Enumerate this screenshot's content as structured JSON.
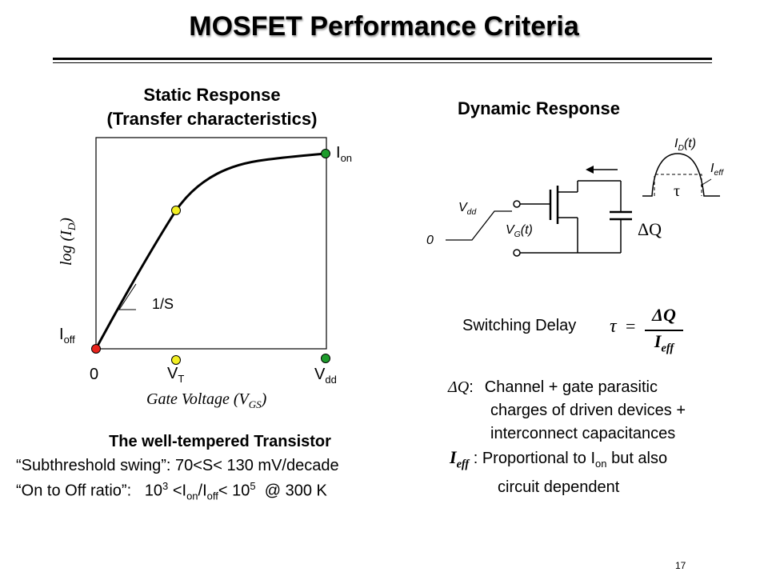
{
  "slide": {
    "title": "MOSFET Performance Criteria",
    "page_number": "17"
  },
  "static": {
    "title_line1": "Static Response",
    "title_line2": "(Transfer characteristics)",
    "y_axis": {
      "fn": "log",
      "open": " (I",
      "sub": "D",
      "close": ")"
    },
    "x_axis": {
      "main": "Gate Voltage (V",
      "sub": "GS",
      "close": ")"
    },
    "i_on": {
      "base": "I",
      "sub": "on"
    },
    "i_off": {
      "base": "I",
      "sub": "off"
    },
    "slope_label": "1/S",
    "x_zero": "0",
    "v_t": {
      "base": "V",
      "sub": "T"
    },
    "v_dd": {
      "base": "V",
      "sub": "dd"
    },
    "colors": {
      "off_point": "#e8231c",
      "threshold_point": "#f2ef22",
      "on_point": "#1e9c2c"
    }
  },
  "dynamic": {
    "title": "Dynamic Response",
    "id_t": {
      "base": "I",
      "sub": "D",
      "rest": "(t)"
    },
    "i_eff": {
      "base": "I",
      "sub": "eff"
    },
    "tau": "τ",
    "v_dd": {
      "base": "V",
      "sub": "dd"
    },
    "zero": "0",
    "vg_t": {
      "base": "V",
      "sub": "G",
      "rest": "(t)"
    },
    "delta_q": "ΔQ"
  },
  "switching": {
    "label": "Switching Delay",
    "tau": "τ",
    "equals": "=",
    "numerator": "ΔQ",
    "denominator": {
      "base": "I",
      "sub": "eff"
    }
  },
  "notes": {
    "dq_symbol": "ΔQ",
    "dq_colon": ":",
    "dq_line1": "Channel + gate parasitic",
    "dq_line2": "charges of driven devices +",
    "dq_line3": "interconnect capacitances",
    "ieff_symbol": {
      "base": "I",
      "sub": "eff"
    },
    "ieff_colon": " : ",
    "ieff_line1": {
      "pre": "Proportional to I",
      "sub": "on",
      "post": " but also"
    },
    "ieff_line2": "circuit dependent"
  },
  "well_tempered": {
    "heading": "The well-tempered Transistor",
    "line1": "“Subthreshold swing”: 70<S< 130 mV/decade",
    "line2": {
      "pre": "“On to Off ratio”:   10",
      "exp1": "3",
      "mid1": " <I",
      "sub1": "on",
      "mid2": "/I",
      "sub2": "off",
      "mid3": "< 10",
      "exp2": "5",
      "post": "  @ 300 K"
    }
  }
}
